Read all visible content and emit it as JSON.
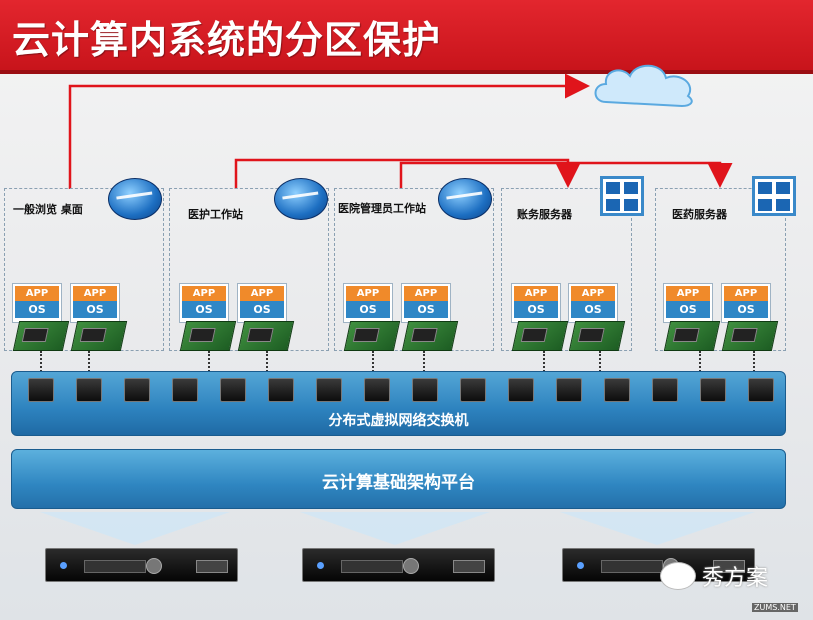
{
  "title": "云计算内系统的分区保护",
  "groups": [
    {
      "label": "一般浏览 桌面",
      "icon": "router"
    },
    {
      "label": "医护工作站",
      "icon": "router"
    },
    {
      "label": "医院管理员工作站",
      "icon": "router"
    },
    {
      "label": "账务服务器",
      "icon": "server-grid"
    },
    {
      "label": "医药服务器",
      "icon": "server-grid"
    }
  ],
  "vm": {
    "app_label": "APP",
    "os_label": "OS"
  },
  "switch_label": "分布式虚拟网络交换机",
  "platform_label": "云计算基础架构平台",
  "watermark": "秀方案",
  "site_mark": "ZUMS.NET",
  "colors": {
    "title_red": "#d91c24",
    "app_orange": "#f08a2a",
    "os_blue": "#2f87c6",
    "link_red": "#e0141b",
    "bar_blue": "#2d82be"
  }
}
